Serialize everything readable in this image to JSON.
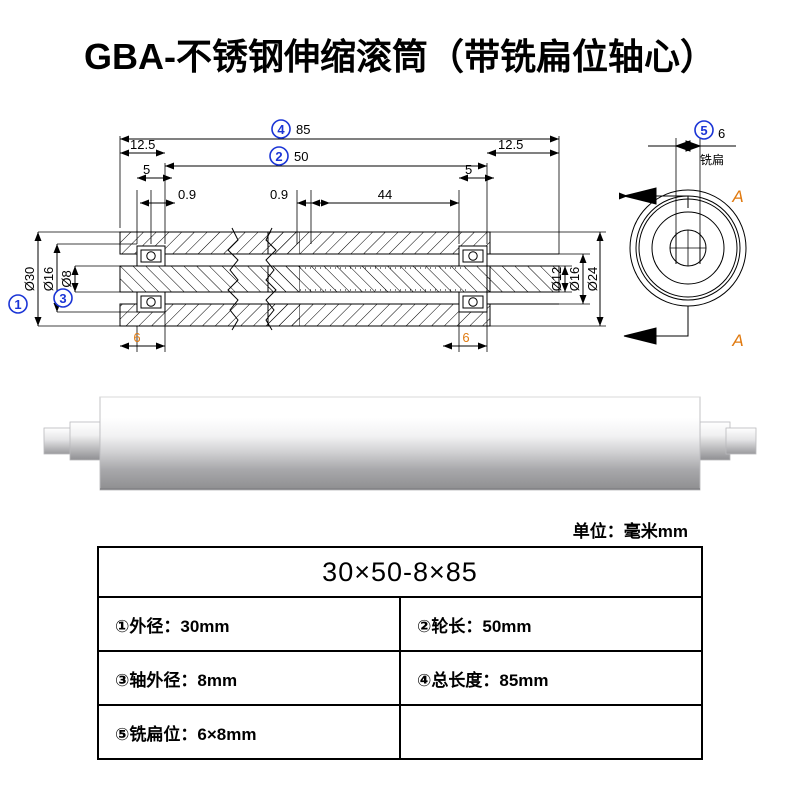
{
  "title": "GBA-不锈钢伸缩滚筒（带铣扁位轴心）",
  "unit_note": "单位：毫米mm",
  "drawing": {
    "section_view": {
      "callouts": [
        {
          "id": "4",
          "label": "85",
          "meaning": "total-length"
        },
        {
          "id": "2",
          "label": "50",
          "meaning": "roller-length"
        },
        {
          "id": "1",
          "label": "Ø30",
          "meaning": "outer-diameter"
        },
        {
          "id": "3",
          "label": "Ø8",
          "meaning": "shaft-diameter"
        }
      ],
      "linear_dims": [
        {
          "name": "total-length",
          "value": "85"
        },
        {
          "name": "roller-length",
          "value": "50"
        },
        {
          "name": "left-end-offset",
          "value": "12.5"
        },
        {
          "name": "right-end-offset",
          "value": "12.5"
        },
        {
          "name": "left-inner-offset",
          "value": "5"
        },
        {
          "name": "right-inner-offset",
          "value": "5"
        },
        {
          "name": "left-wall-thickness",
          "value": "0.9"
        },
        {
          "name": "right-wall-thickness",
          "value": "0.9"
        },
        {
          "name": "inner-span",
          "value": "44"
        },
        {
          "name": "left-bearing-width",
          "value": "6"
        },
        {
          "name": "right-bearing-width",
          "value": "6"
        }
      ],
      "diameter_dims_left": [
        {
          "name": "outer-diameter",
          "value": "Ø30"
        },
        {
          "name": "bearing-outer-diameter",
          "value": "Ø16"
        },
        {
          "name": "shaft-diameter",
          "value": "Ø8"
        }
      ],
      "diameter_dims_right": [
        {
          "name": "inner-tube-diameter",
          "value": "Ø12"
        },
        {
          "name": "bearing-seat-diameter",
          "value": "Ø16"
        },
        {
          "name": "tube-outer-diameter",
          "value": "Ø24"
        }
      ]
    },
    "end_view": {
      "callout": {
        "id": "5",
        "label": "6",
        "note": "铣扁"
      },
      "section_label_top": "A",
      "section_label_bottom": "A"
    }
  },
  "spec_table": {
    "model": "30×50-8×85",
    "rows": [
      {
        "left": "①外径：30mm",
        "right": "②轮长：50mm"
      },
      {
        "left": "③轴外径：8mm",
        "right": "④总长度：85mm"
      },
      {
        "left": "⑤铣扁位：6×8mm",
        "right": ""
      }
    ]
  },
  "colors": {
    "callout_blue": "#1b35d6",
    "section_label_orange": "#e07a10",
    "line_black": "#000000",
    "roller_body_light": "#ffffff",
    "roller_body_dark": "#8e8e90"
  }
}
